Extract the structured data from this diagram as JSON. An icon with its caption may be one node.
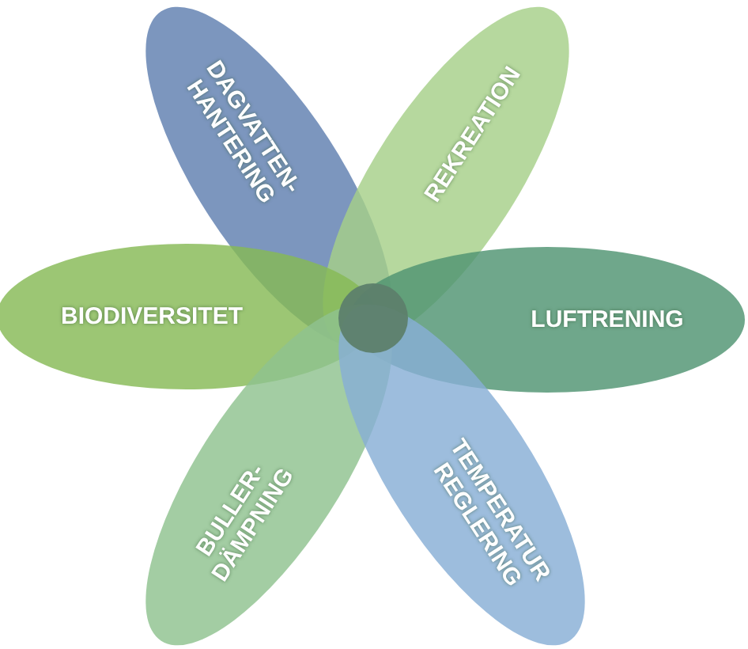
{
  "diagram": {
    "nodes": [
      {
        "text": [
          "DAGVATTEN- HANTERING"
        ]
      },
      {
        "text": [
          "REKREATION"
        ]
      },
      {
        "text": [
          "BIODIVERSITET"
        ]
      },
      {
        "text": [
          "LUFTRENING"
        ]
      },
      {
        "text": [
          "BULLER- DÄMPNING"
        ]
      },
      {
        "text": [
          "TEMPERATUR REGLERING"
        ]
      },
      {
        "text": [],
        "shape": "circle"
      }
    ]
  }
}
